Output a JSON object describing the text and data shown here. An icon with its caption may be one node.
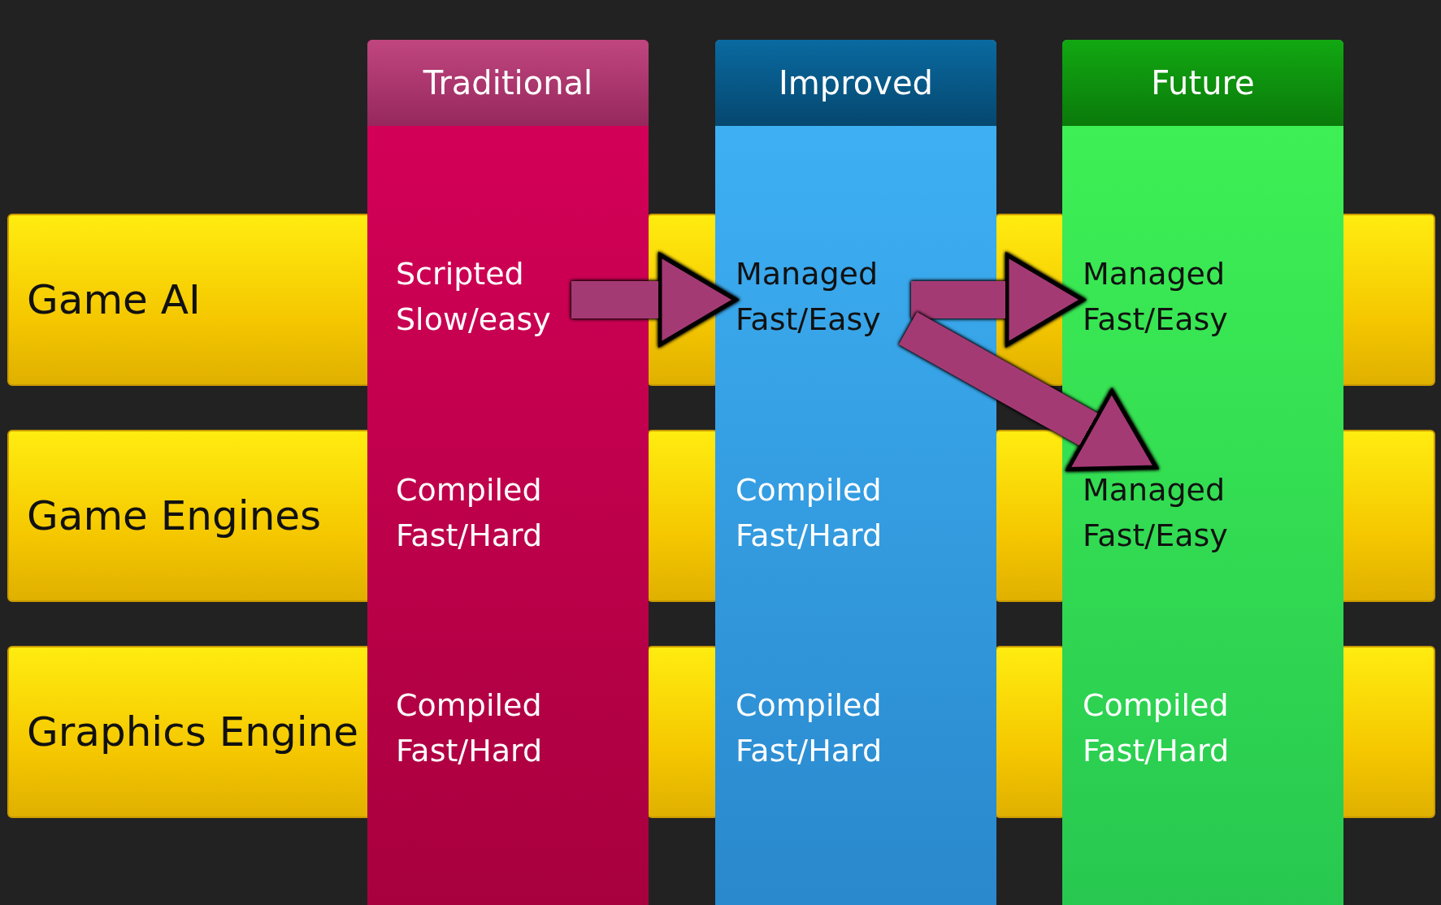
{
  "diagram": {
    "nodes": [
      {
        "text": [
          "Traditional"
        ]
      },
      {
        "text": [
          "Improved"
        ]
      },
      {
        "text": [
          "Future"
        ]
      },
      {
        "text": [
          "Game AI"
        ]
      },
      {
        "text": [
          "Game Engines"
        ]
      },
      {
        "text": [
          "Graphics Engine"
        ]
      },
      {
        "text": [
          "Scripted",
          "Slow/easy"
        ],
        "in": 0
      },
      {
        "text": [
          "Compiled",
          "Fast/Hard"
        ],
        "in": 0
      },
      {
        "text": [
          "Compiled",
          "Fast/Hard"
        ],
        "in": 0
      },
      {
        "text": [
          "Managed",
          "Fast/Easy"
        ],
        "in": 1
      },
      {
        "text": [
          "Compiled",
          "Fast/Hard"
        ],
        "in": 1
      },
      {
        "text": [
          "Compiled",
          "Fast/Hard"
        ],
        "in": 1
      },
      {
        "text": [
          "Managed",
          "Fast/Easy"
        ],
        "in": 2
      },
      {
        "text": [
          "Managed",
          "Fast/Easy"
        ],
        "in": 2
      },
      {
        "text": [
          "Compiled",
          "Fast/Hard"
        ],
        "in": 2
      },
      {
        "text": [],
        "shape": "bar"
      },
      {
        "text": [],
        "shape": "bar"
      },
      {
        "text": [],
        "shape": "bar"
      },
      {
        "text": [],
        "shape": "bar"
      },
      {
        "text": [],
        "shape": "bar"
      },
      {
        "text": [],
        "shape": "bar"
      },
      {
        "text": [],
        "shape": "bar"
      },
      {
        "text": [],
        "shape": "bar"
      },
      {
        "text": [],
        "shape": "bar"
      }
    ],
    "edges": [
      {
        "from": 6,
        "to": 9,
        "arrow": "to"
      },
      {
        "from": 9,
        "to": 12,
        "arrow": "to"
      },
      {
        "from": 9,
        "to": 13,
        "arrow": "to"
      }
    ]
  }
}
